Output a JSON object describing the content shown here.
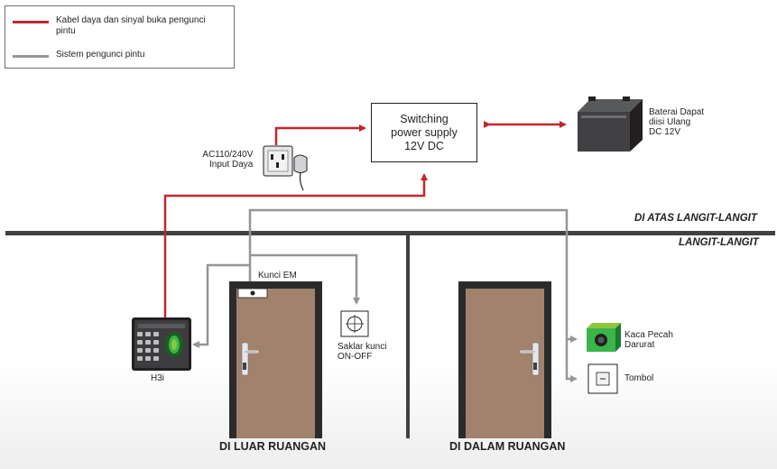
{
  "legend": {
    "power_signal": "Kabel daya dan sinyal buka pengunci pintu",
    "lock_system": "Sistem pengunci pintu"
  },
  "colors": {
    "power_signal": "#c1272d",
    "lock_system": "#939598",
    "ceiling": "#414042",
    "door": "#a0826d",
    "break_glass": "#39b54a"
  },
  "power_supply": {
    "line1": "Switching",
    "line2": "power supply",
    "line3": "12V DC"
  },
  "components": {
    "ac_input_1": "AC110/240V",
    "ac_input_2": "Input Daya",
    "battery_1": "Baterai Dapat",
    "battery_2": "diisi Ulang",
    "battery_3": "DC 12V",
    "em_lock": "Kunci EM",
    "reader": "H3i",
    "key_switch_1": "Saklar kunci",
    "key_switch_2": "ON-OFF",
    "break_glass_1": "Kaca Pecah",
    "break_glass_2": "Darurat",
    "exit_button": "Tombol"
  },
  "zones": {
    "above_ceiling": "DI ATAS LANGIT-LANGIT",
    "ceiling": "LANGIT-LANGIT",
    "outside_room": "DI LUAR RUANGAN",
    "inside_room": "DI DALAM RUANGAN"
  }
}
